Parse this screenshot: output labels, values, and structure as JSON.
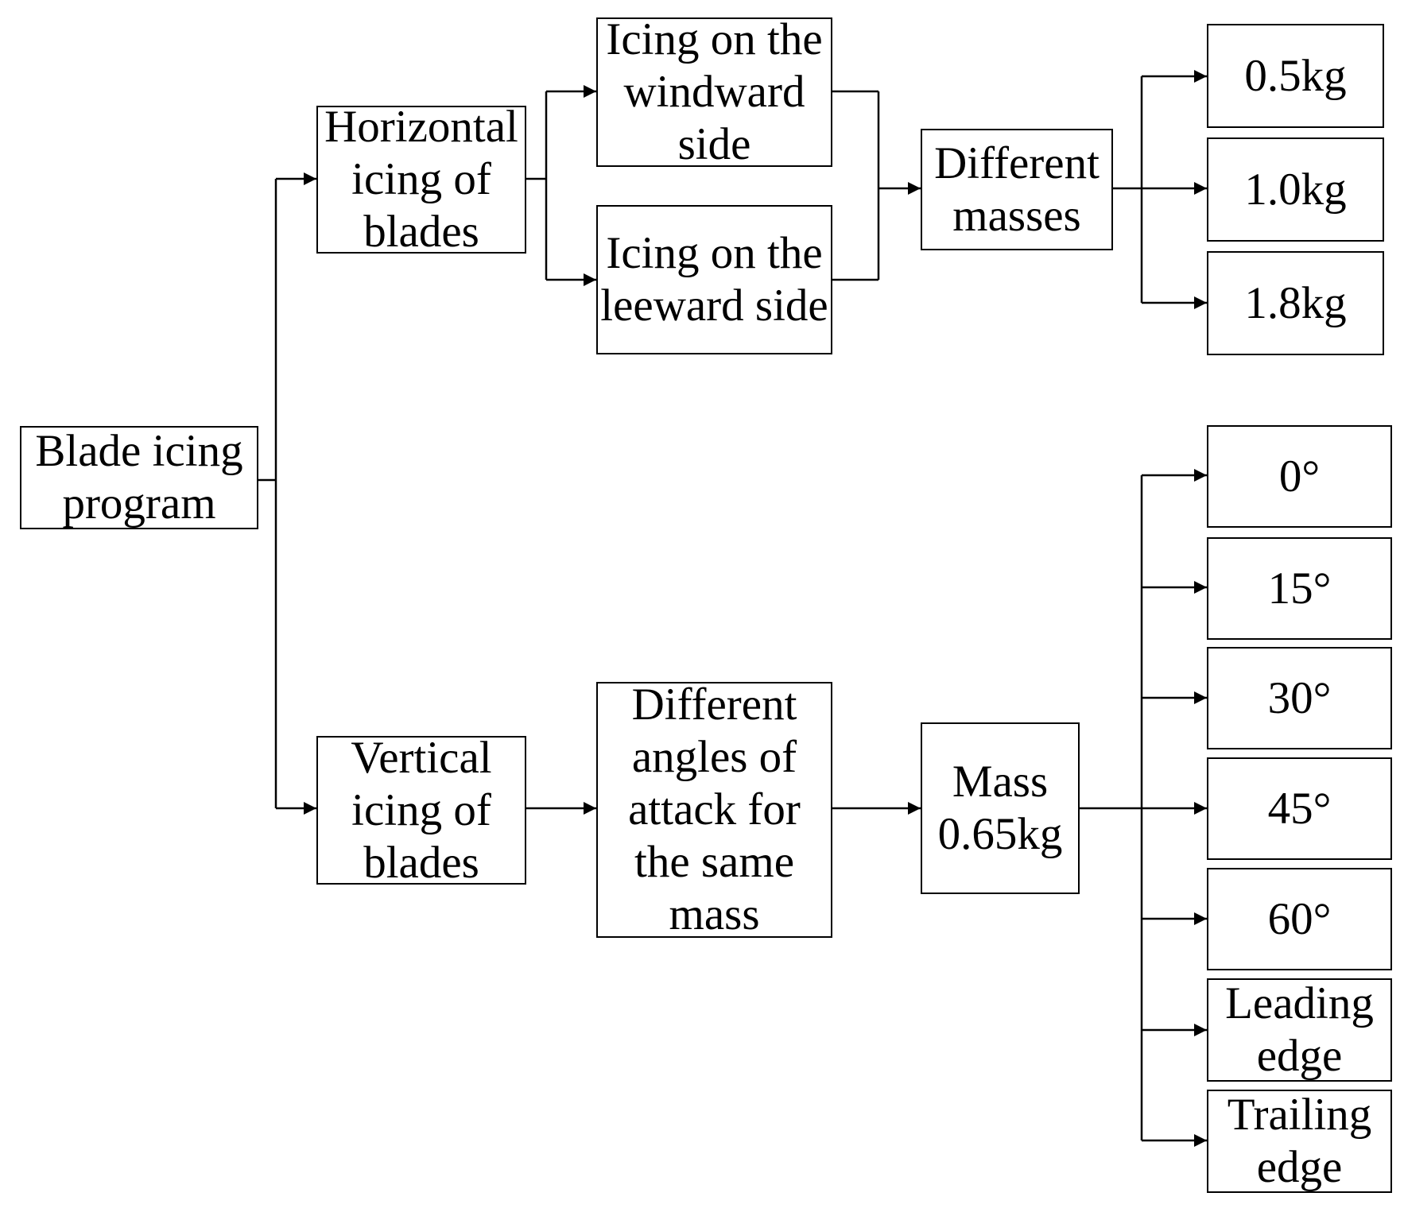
{
  "diagram": {
    "nodes": {
      "root": "Blade icing program",
      "horizontal": "Horizontal icing of blades",
      "vertical": "Vertical icing of blades",
      "windward": "Icing on the windward side",
      "leeward": "Icing on the leeward side",
      "different_masses": "Different masses",
      "mass_05": "0.5kg",
      "mass_10": "1.0kg",
      "mass_18": "1.8kg",
      "different_angles": "Different angles of attack for the same mass",
      "mass_065": "Mass 0.65kg",
      "angle_0": "0°",
      "angle_15": "15°",
      "angle_30": "30°",
      "angle_45": "45°",
      "angle_60": "60°",
      "leading_edge": "Leading edge",
      "trailing_edge": "Trailing edge"
    },
    "edges": [
      [
        "root",
        "horizontal"
      ],
      [
        "root",
        "vertical"
      ],
      [
        "horizontal",
        "windward"
      ],
      [
        "horizontal",
        "leeward"
      ],
      [
        "windward",
        "different_masses"
      ],
      [
        "leeward",
        "different_masses"
      ],
      [
        "different_masses",
        "mass_05"
      ],
      [
        "different_masses",
        "mass_10"
      ],
      [
        "different_masses",
        "mass_18"
      ],
      [
        "vertical",
        "different_angles"
      ],
      [
        "different_angles",
        "mass_065"
      ],
      [
        "mass_065",
        "angle_0"
      ],
      [
        "mass_065",
        "angle_15"
      ],
      [
        "mass_065",
        "angle_30"
      ],
      [
        "mass_065",
        "angle_45"
      ],
      [
        "mass_065",
        "angle_60"
      ],
      [
        "mass_065",
        "leading_edge"
      ],
      [
        "mass_065",
        "trailing_edge"
      ]
    ]
  }
}
